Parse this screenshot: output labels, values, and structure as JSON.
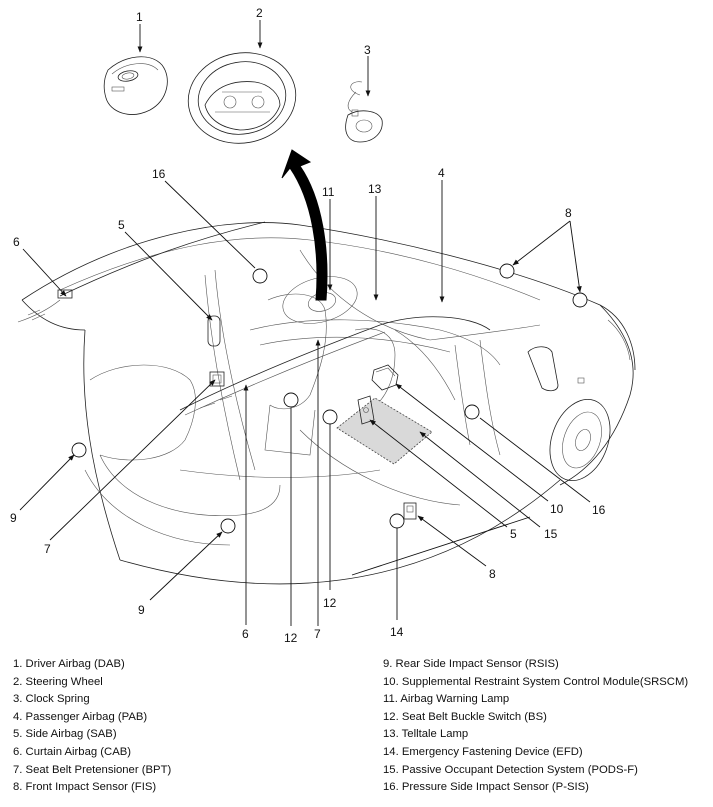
{
  "diagram": {
    "callouts": [
      "1",
      "2",
      "3",
      "4",
      "5",
      "6",
      "7",
      "8",
      "9",
      "10",
      "11",
      "12",
      "13",
      "14",
      "15",
      "16"
    ]
  },
  "legend": {
    "left": [
      "1. Driver Airbag (DAB)",
      "2. Steering Wheel",
      "3. Clock Spring",
      "4. Passenger Airbag (PAB)",
      "5. Side Airbag (SAB)",
      "6. Curtain Airbag (CAB)",
      "7. Seat Belt Pretensioner (BPT)",
      "8. Front Impact Sensor (FIS)"
    ],
    "right": [
      "9. Rear Side Impact Sensor (RSIS)",
      "10. Supplemental Restraint System Control Module(SRSCM)",
      "11. Airbag Warning Lamp",
      "12. Seat Belt Buckle Switch (BS)",
      "13. Telltale Lamp",
      "14. Emergency Fastening Device (EFD)",
      "15. Passive Occupant Detection System (PODS-F)",
      "16. Pressure Side Impact Sensor (P-SIS)"
    ]
  }
}
